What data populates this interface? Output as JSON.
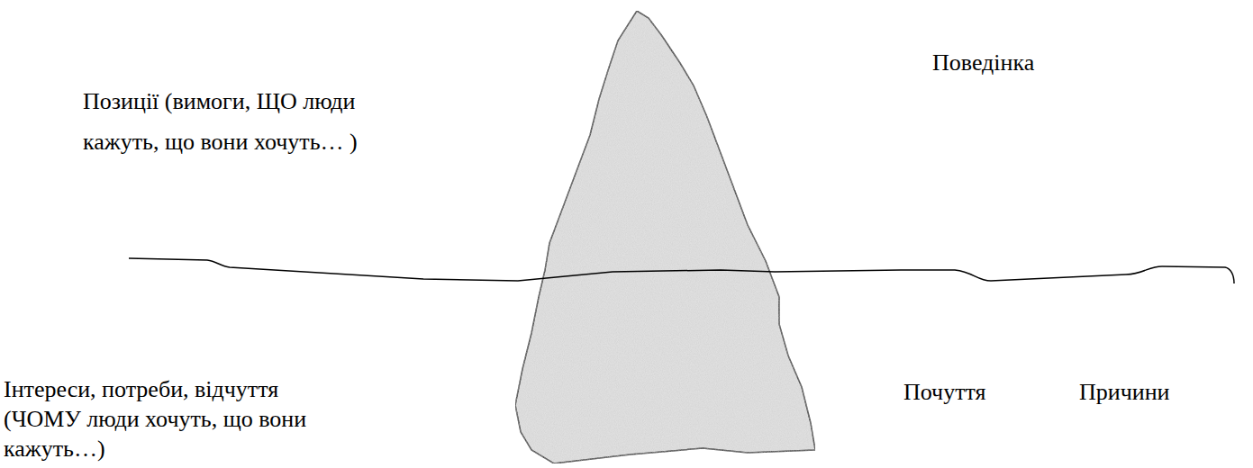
{
  "diagram": {
    "labels": [
      "Поведінка",
      "Позиції (вимоги, ЩО люди кажуть, що вони хочуть… )",
      "Почуття",
      "Причини",
      "Інтереси, потреби, відчуття (ЧОМУ люди хочуть, що вони кажуть…)"
    ]
  }
}
